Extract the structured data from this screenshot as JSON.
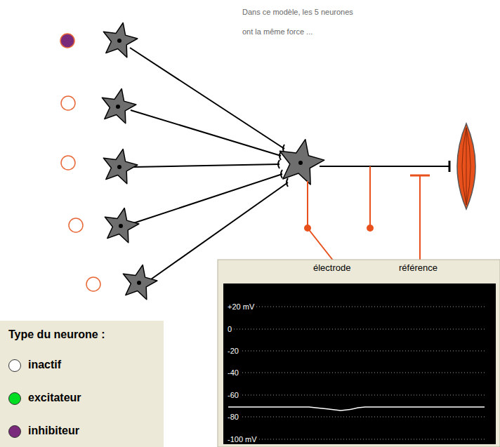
{
  "diagram": {
    "labels": [
      "Dans ce modèle, les 5 neurones ont la même force ...",
      "électrode",
      "référence",
      "+20 mV",
      "0",
      "-20",
      "-40",
      "-60",
      "-80",
      "-100 mV",
      "Type du neurone :"
    ],
    "legend": [
      {
        "text": "inactif",
        "color": "#ffffff"
      },
      {
        "text": "excitateur",
        "color": "#00dd22"
      },
      {
        "text": "inhibiteur",
        "color": "#7a2a7a"
      }
    ]
  }
}
